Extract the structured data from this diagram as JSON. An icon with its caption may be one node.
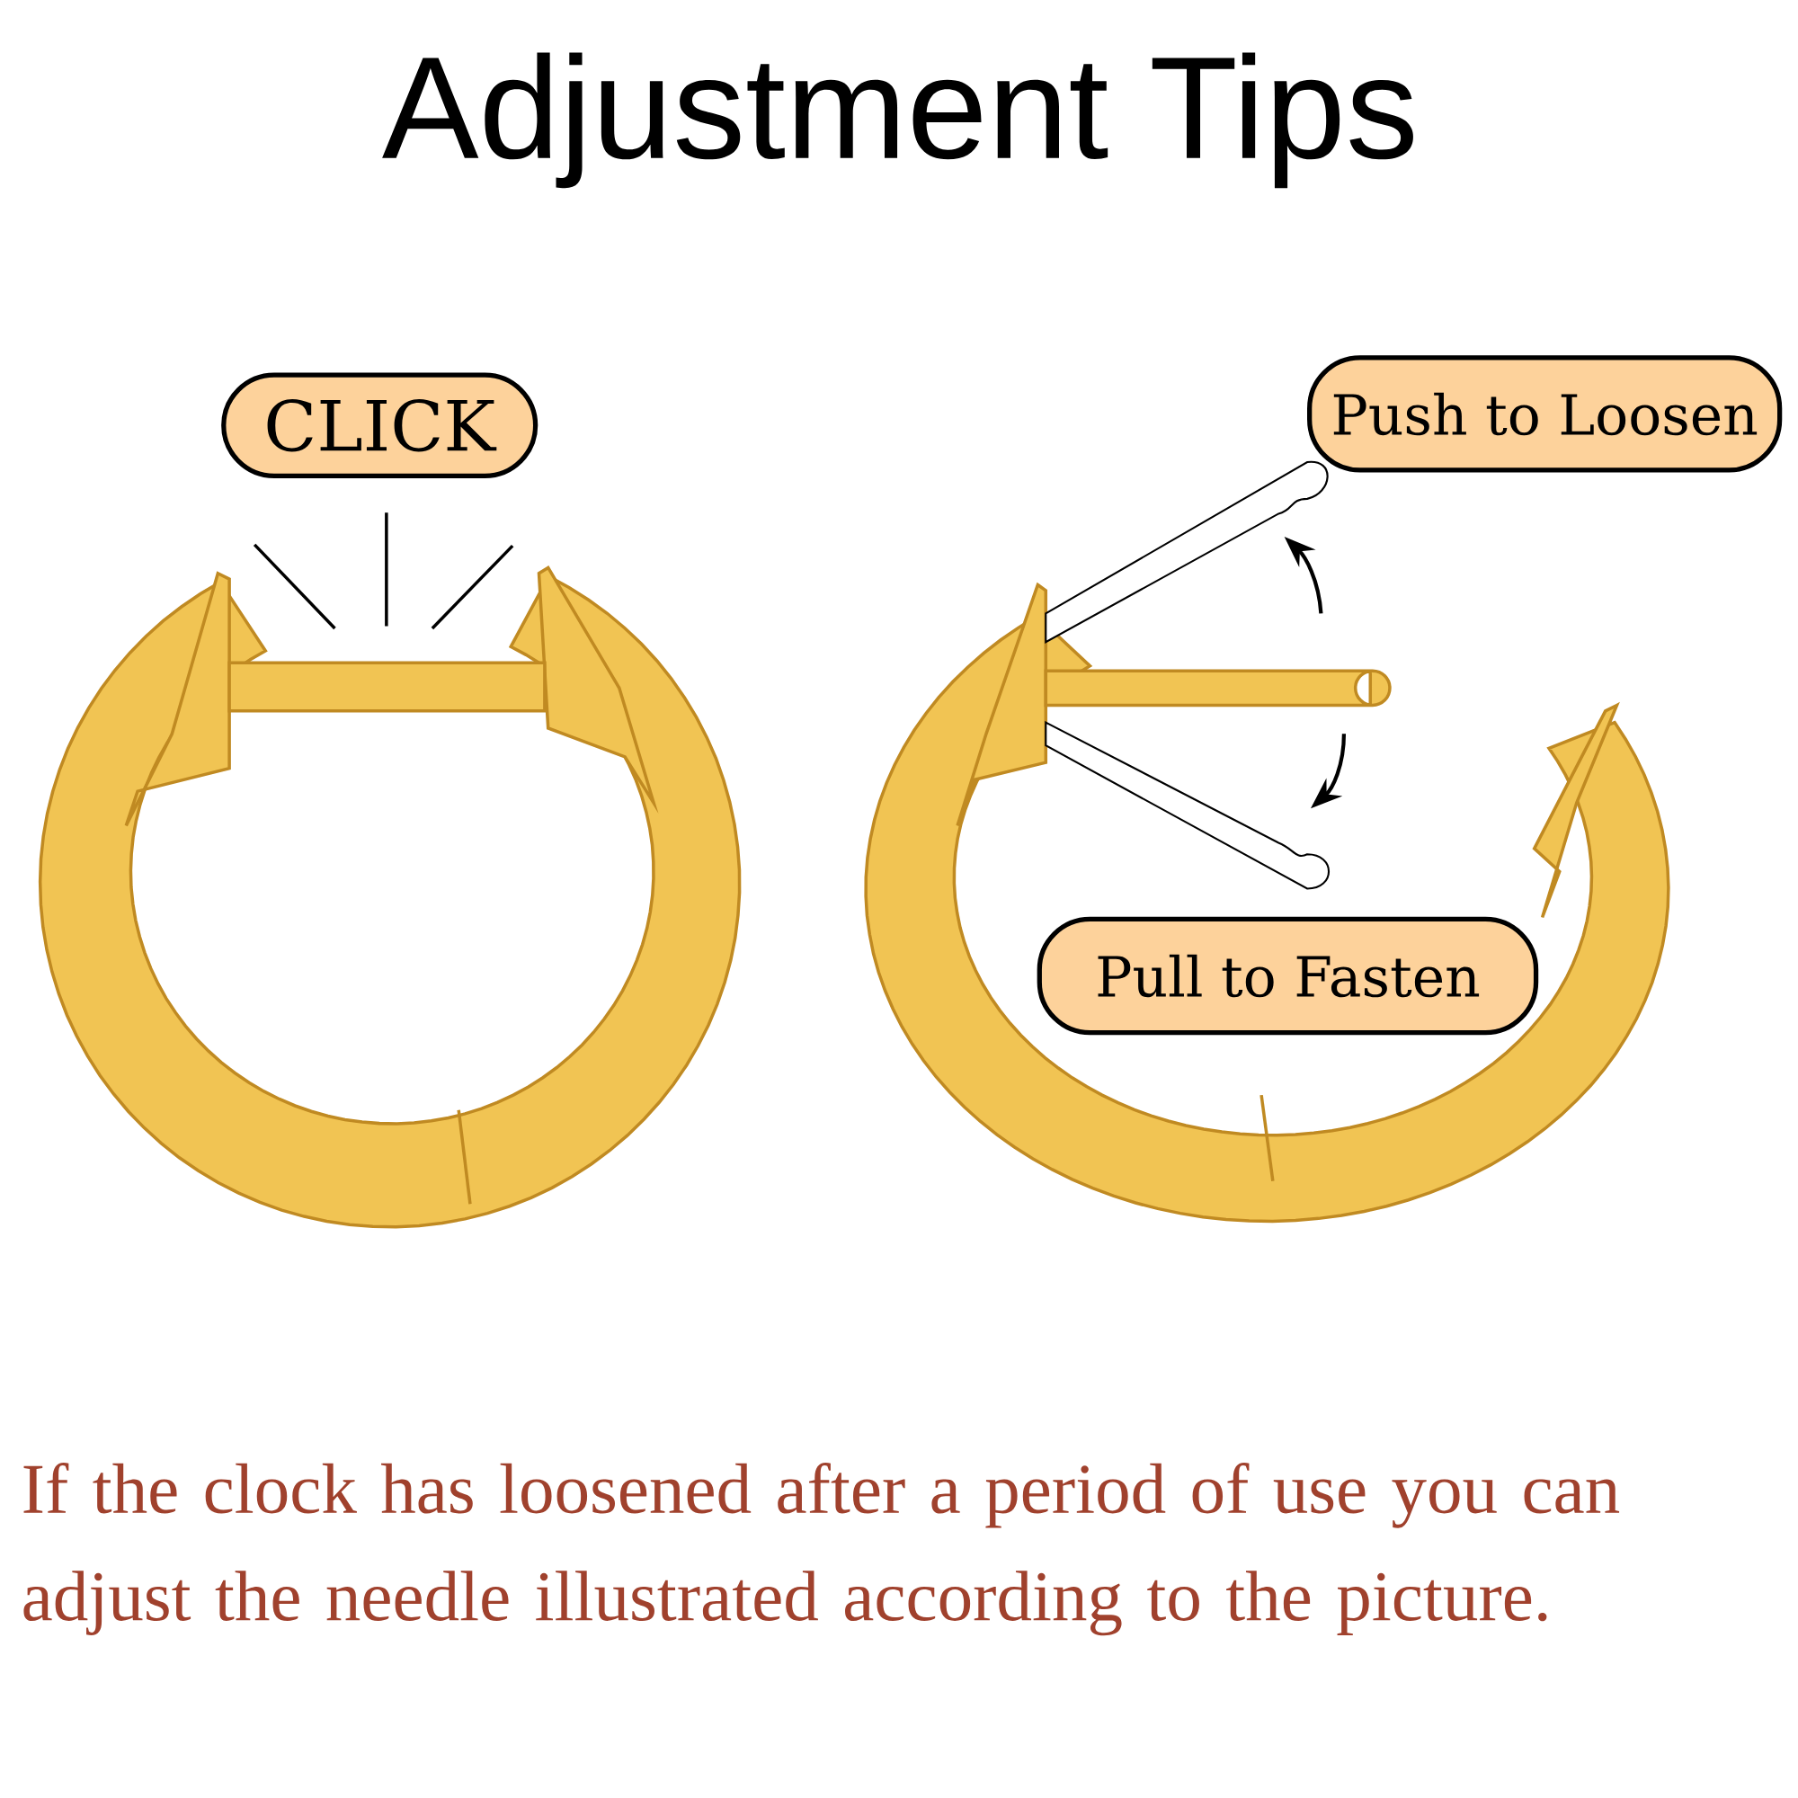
{
  "diagram": {
    "title": "Adjustment Tips",
    "nodes": [
      {
        "text": [
          "CLICK"
        ]
      },
      {
        "text": [
          "Push to Loosen"
        ]
      },
      {
        "text": [
          "Pull to Fasten"
        ]
      }
    ],
    "caption": "If the clock has loosened after a period of use you can adjust the needle illustrated according to the picture."
  }
}
